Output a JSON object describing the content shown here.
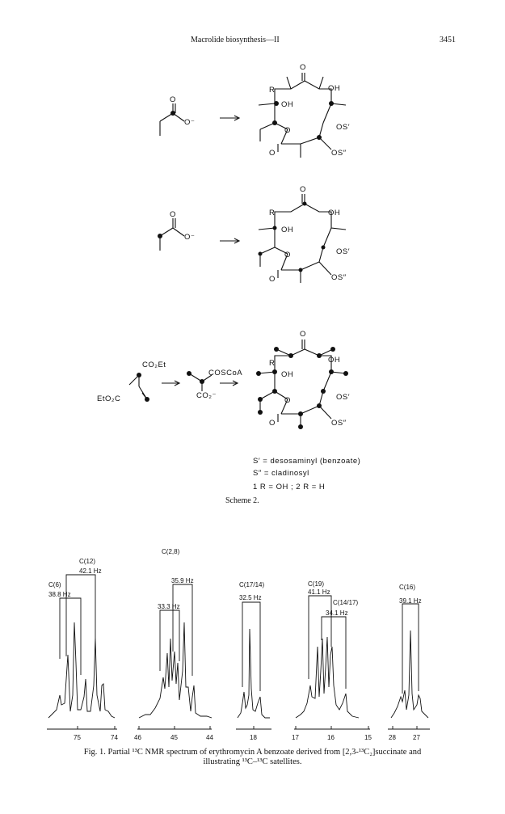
{
  "header": {
    "running_title": "Macrolide biosynthesis—II",
    "page_number": "3451"
  },
  "scheme": {
    "atoms": {
      "o": "O",
      "o_minus": "O⁻",
      "oh": "OH",
      "r": "R",
      "os1": "OS′",
      "os2": "OS″",
      "co2et": "CO₂Et",
      "eto2c": "EtO₂C",
      "coscoa": "COSCoA",
      "co2minus": "CO₂⁻"
    },
    "legend": {
      "s1": "S′ = desosaminyl (benzoate)",
      "s2": "S″ = cladinosyl",
      "r_def": "1  R = OH ;   2  R = H"
    },
    "label": "Scheme 2."
  },
  "spectrum": {
    "labels": {
      "c16a": "C(6)",
      "c12": "C(12)",
      "j421": "42.1 Hz",
      "j388": "38.8 Hz",
      "c28": "C(2,8)",
      "j359": "35.9 Hz",
      "j333": "33.3 Hz",
      "c1714": "C(17/14)",
      "j325": "32.5 Hz",
      "c19": "C(19)",
      "j411": "41.1 Hz",
      "c1417": "C(14/17)",
      "j341": "34.1 Hz",
      "c16b": "C(16)",
      "j391": "39.1 Hz"
    },
    "axis_ticks": [
      "75",
      "74",
      "46",
      "45",
      "44",
      "18",
      "17",
      "16",
      "15",
      "28",
      "27"
    ]
  },
  "caption": {
    "line1": "Fig. 1.  Partial ¹³C NMR spectrum of erythromycin A benzoate derived from [2,3-¹³C₂]succinate and",
    "line2": "illustrating ¹³C–¹³C satellites."
  }
}
